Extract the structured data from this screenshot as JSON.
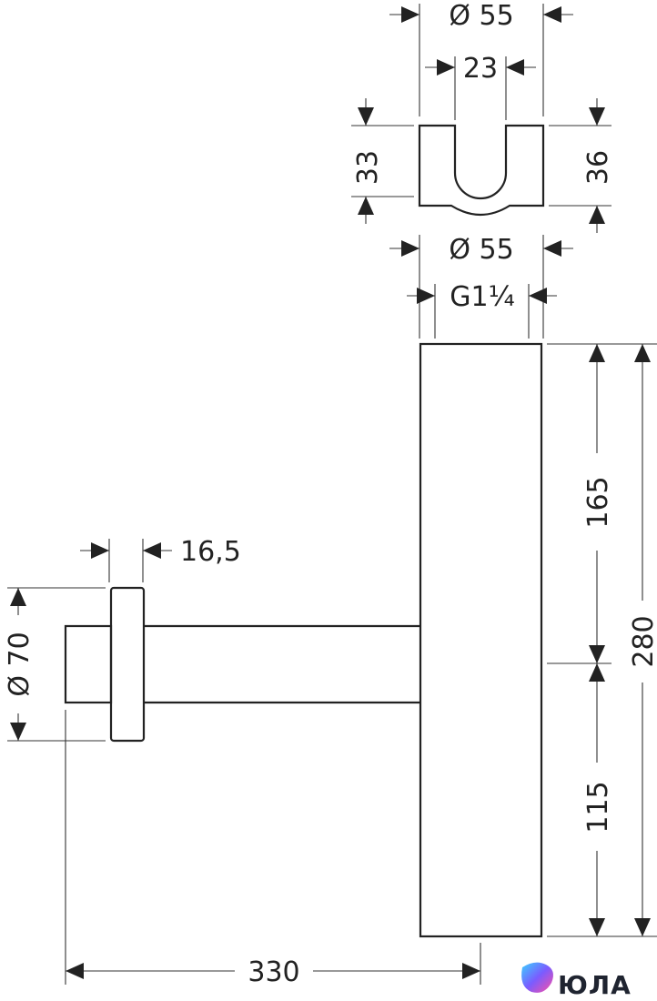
{
  "dimensions": {
    "top_diameter": "Ø 55",
    "slot_width": "23",
    "cap_height_left": "33",
    "cap_height_right": "36",
    "body_diameter": "Ø 55",
    "thread": "G1¼",
    "upper_height": "165",
    "lower_height": "115",
    "total_height": "280",
    "flange_thickness": "16,5",
    "flange_diameter": "Ø 70",
    "horizontal_length": "330"
  },
  "brand": {
    "name": "ЮЛА",
    "logo_icon": "diamond-gradient-icon"
  },
  "colors": {
    "line": "#222222",
    "background": "#ffffff"
  }
}
